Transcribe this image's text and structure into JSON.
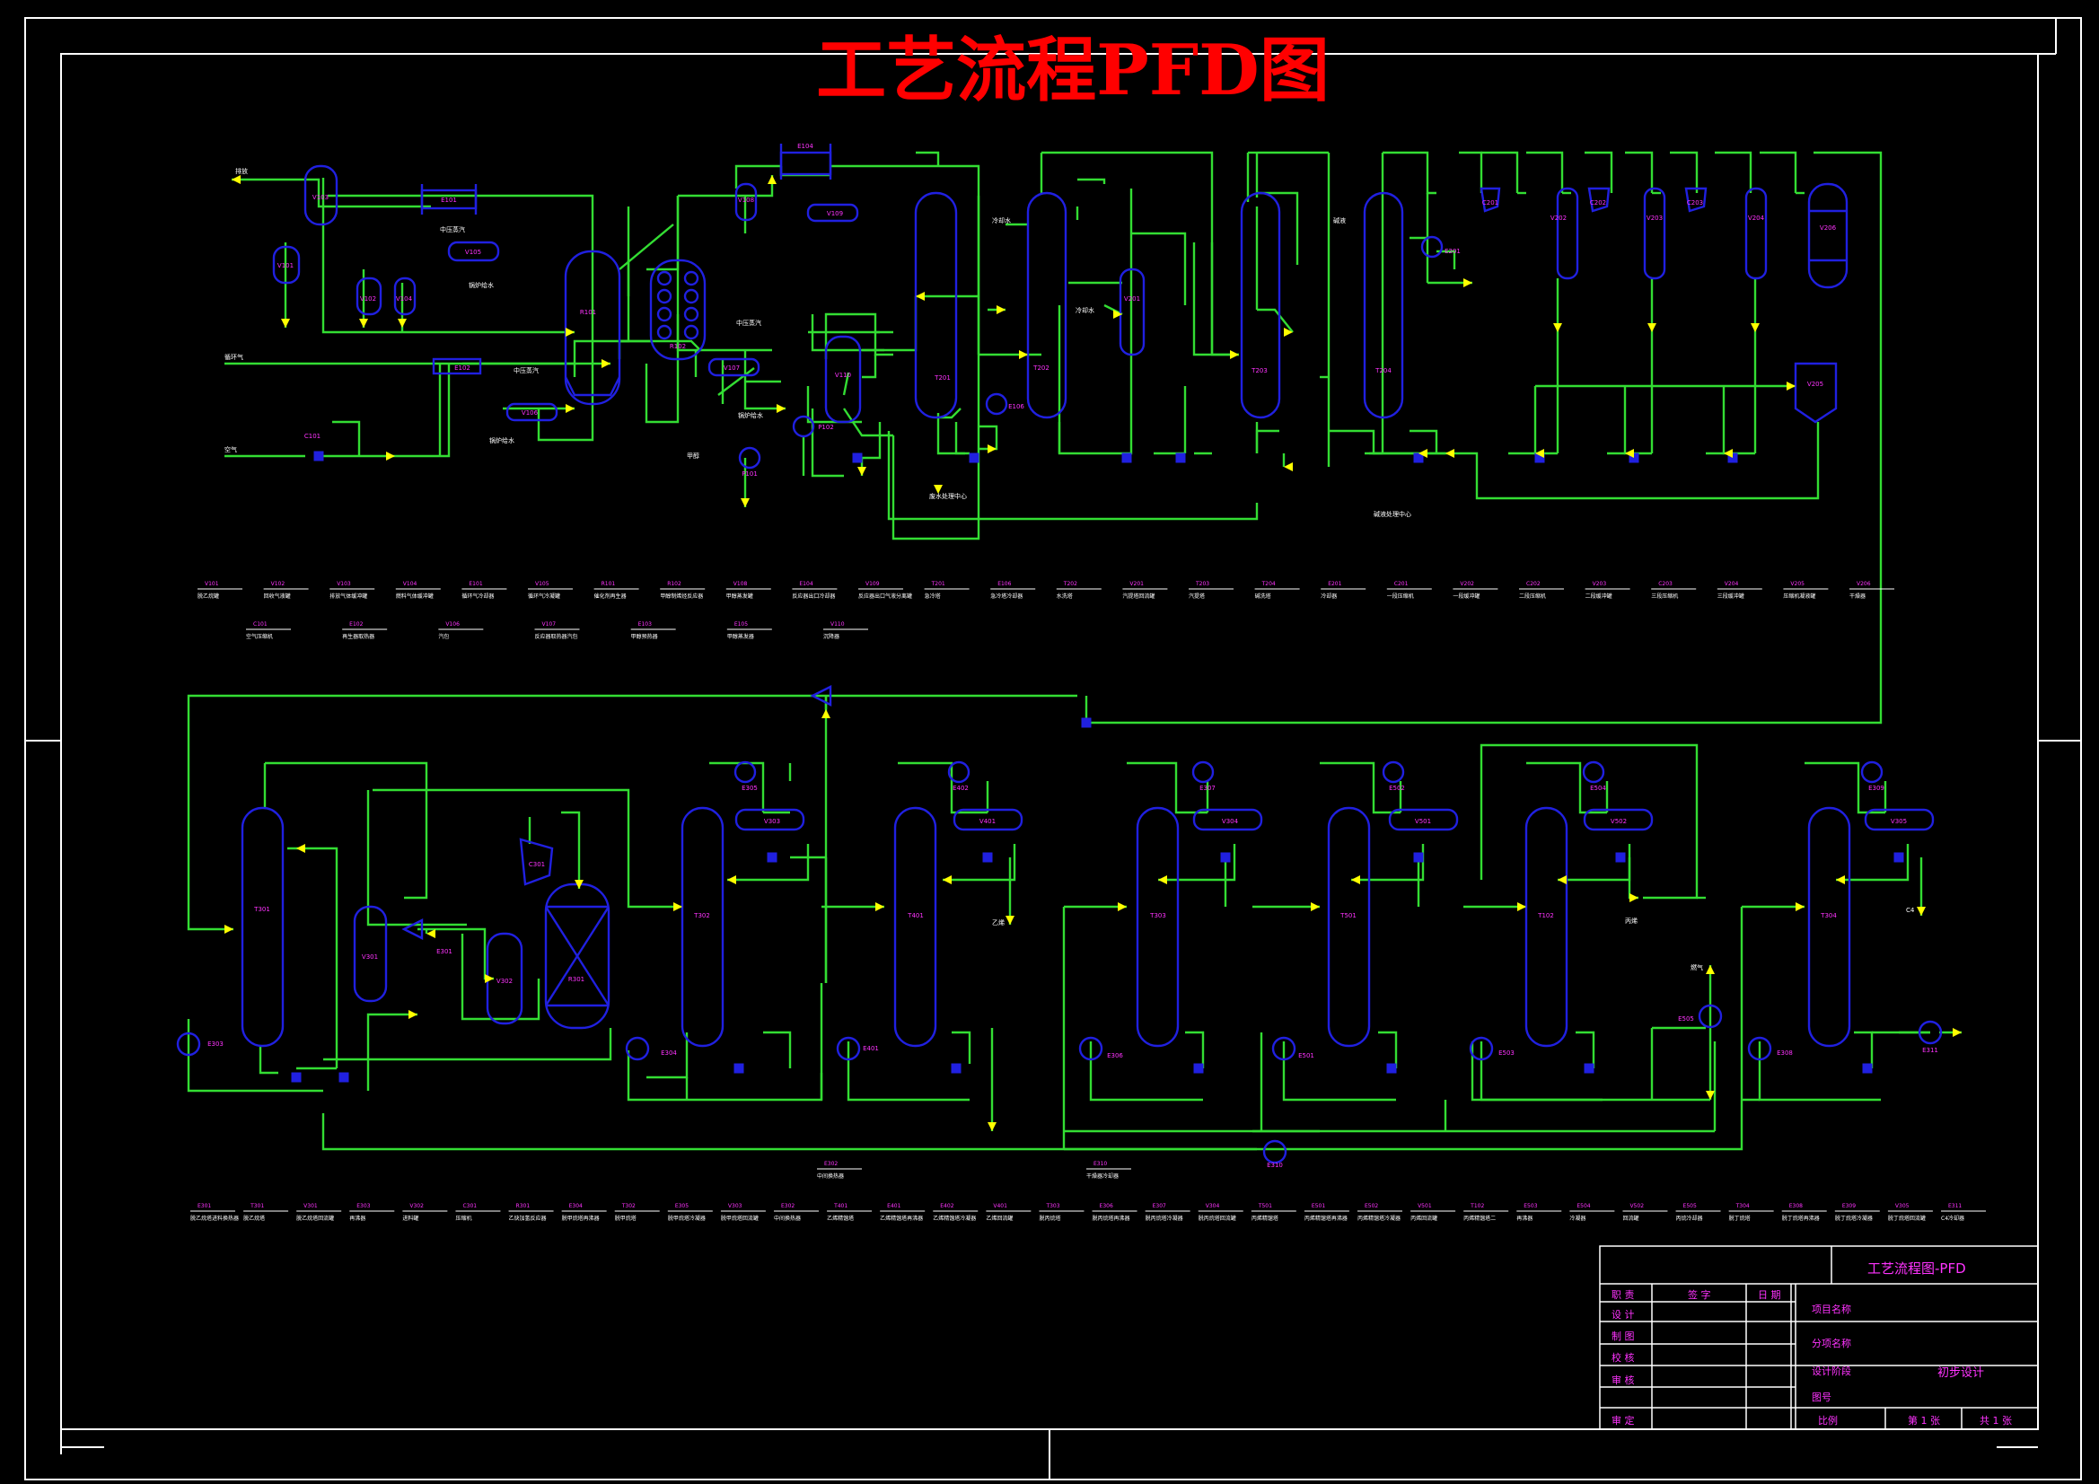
{
  "title": "工艺流程PFD图",
  "colors": {
    "background": "#000000",
    "frame": "#ffffff",
    "pipe": "#33dd33",
    "equipment": "#2020e0",
    "tag": "#ff33ff",
    "arrow": "#ffff00",
    "title": "#ff0000",
    "utility": "#ff3333"
  },
  "streams": {
    "exhaust": "排放",
    "feed_gas": "循环气",
    "air": "空气",
    "steam_lp": "中压蒸汽",
    "boiler_water": "锅炉给水",
    "water": "甲醇",
    "wastewater": "废水处理中心",
    "quench": "冷却水",
    "quench2": "冷却水",
    "effluent": "碱液",
    "waste_alkali": "碱液处理中心",
    "ethylene": "乙烯",
    "propylene": "丙烯",
    "c4": "C4",
    "fuel": "燃气",
    "lp_steam2": "中压蒸汽",
    "boiler_water2": "锅炉给水",
    "steam_b": "中压蒸汽",
    "boiler_b": "锅炉给水"
  },
  "equipment": {
    "V103": "V103",
    "V101": "V101",
    "V102": "V102",
    "V104": "V104",
    "E101": "E101",
    "V105": "V105",
    "E102": "E102",
    "V106": "V106",
    "R101": "R101",
    "C101": "C101",
    "R102": "R102",
    "V108": "V108",
    "E104": "E104",
    "V109": "V109",
    "V107": "V107",
    "V110": "V110",
    "P101": "P101",
    "P102": "P102",
    "T201": "T201",
    "E106": "E106",
    "T202": "T202",
    "V201": "V201",
    "T203": "T203",
    "T204": "T204",
    "E201": "E201",
    "C201": "C201",
    "V202": "V202",
    "C202": "C202",
    "V203": "V203",
    "C203": "C203",
    "V204": "V204",
    "V205": "V205",
    "V206": "V206",
    "T301": "T301",
    "V301": "V301",
    "E301": "E301",
    "E303": "E303",
    "V302": "V302",
    "C301": "C301",
    "R301": "R301",
    "T302": "T302",
    "E305": "E305",
    "V303": "V303",
    "E304": "E304",
    "T401": "T401",
    "E402": "E402",
    "V401": "V401",
    "E401": "E401",
    "T303": "T303",
    "E307": "E307",
    "V304": "V304",
    "E306": "E306",
    "T501": "T501",
    "E502": "E502",
    "V501": "V501",
    "E501": "E501",
    "T102": "T102",
    "E504": "E504",
    "V502": "V502",
    "E503": "E503",
    "E505": "E505",
    "T304": "T304",
    "E309": "E309",
    "V305": "V305",
    "E308": "E308",
    "E311": "E311",
    "E310": "E310"
  },
  "legend_row1": [
    {
      "tag": "V101",
      "desc": "脱乙烷罐"
    },
    {
      "tag": "V102",
      "desc": "回收气液罐"
    },
    {
      "tag": "V103",
      "desc": "排放气体缓冲罐"
    },
    {
      "tag": "V104",
      "desc": "燃料气体缓冲罐"
    },
    {
      "tag": "E101",
      "desc": "循环气冷却器"
    },
    {
      "tag": "V105",
      "desc": "循环气冷凝罐"
    },
    {
      "tag": "R101",
      "desc": "催化剂再生器"
    },
    {
      "tag": "R102",
      "desc": "甲醇制烯烃反应器"
    },
    {
      "tag": "V108",
      "desc": "甲醇蒸发罐"
    },
    {
      "tag": "E104",
      "desc": "反应器出口冷却器"
    },
    {
      "tag": "V109",
      "desc": "反应器出口气液分离罐"
    },
    {
      "tag": "T201",
      "desc": "急冷塔"
    },
    {
      "tag": "E106",
      "desc": "急冷塔冷却器"
    },
    {
      "tag": "T202",
      "desc": "水洗塔"
    },
    {
      "tag": "V201",
      "desc": "汽提塔回流罐"
    },
    {
      "tag": "T203",
      "desc": "汽提塔"
    },
    {
      "tag": "T204",
      "desc": "碱洗塔"
    },
    {
      "tag": "E201",
      "desc": "冷却器"
    },
    {
      "tag": "C201",
      "desc": "一段压缩机"
    },
    {
      "tag": "V202",
      "desc": "一段缓冲罐"
    },
    {
      "tag": "C202",
      "desc": "二段压缩机"
    },
    {
      "tag": "V203",
      "desc": "二段缓冲罐"
    },
    {
      "tag": "C203",
      "desc": "三段压缩机"
    },
    {
      "tag": "V204",
      "desc": "三段缓冲罐"
    },
    {
      "tag": "V205",
      "desc": "压缩机凝液罐"
    },
    {
      "tag": "V206",
      "desc": "干燥器"
    }
  ],
  "legend_row2": [
    {
      "tag": "C101",
      "desc": "空气压缩机"
    },
    {
      "tag": "E102",
      "desc": "再生器取热器"
    },
    {
      "tag": "V106",
      "desc": "汽包"
    },
    {
      "tag": "V107",
      "desc": "反应器取热器汽包"
    },
    {
      "tag": "E103",
      "desc": "甲醇预热器"
    },
    {
      "tag": "E105",
      "desc": "甲醇蒸发器"
    },
    {
      "tag": "V110",
      "desc": "沉降器"
    }
  ],
  "legend_bottom": [
    {
      "tag": "E301",
      "desc": "脱乙烷塔进料换热器"
    },
    {
      "tag": "T301",
      "desc": "脱乙烷塔"
    },
    {
      "tag": "V301",
      "desc": "脱乙烷塔回流罐"
    },
    {
      "tag": "E303",
      "desc": "再沸器"
    },
    {
      "tag": "V302",
      "desc": "进料罐"
    },
    {
      "tag": "C301",
      "desc": "压缩机"
    },
    {
      "tag": "R301",
      "desc": "乙炔加氢反应器"
    },
    {
      "tag": "E304",
      "desc": "脱甲烷塔再沸器"
    },
    {
      "tag": "T302",
      "desc": "脱甲烷塔"
    },
    {
      "tag": "E305",
      "desc": "脱甲烷塔冷凝器"
    },
    {
      "tag": "V303",
      "desc": "脱甲烷塔回流罐"
    },
    {
      "tag": "E302",
      "desc": "中间换热器"
    },
    {
      "tag": "T401",
      "desc": "乙烯精馏塔"
    },
    {
      "tag": "E401",
      "desc": "乙烯精馏塔再沸器"
    },
    {
      "tag": "E402",
      "desc": "乙烯精馏塔冷凝器"
    },
    {
      "tag": "V401",
      "desc": "乙烯回流罐"
    },
    {
      "tag": "T303",
      "desc": "脱丙烷塔"
    },
    {
      "tag": "E306",
      "desc": "脱丙烷塔再沸器"
    },
    {
      "tag": "E307",
      "desc": "脱丙烷塔冷凝器"
    },
    {
      "tag": "V304",
      "desc": "脱丙烷塔回流罐"
    },
    {
      "tag": "T501",
      "desc": "丙烯精馏塔"
    },
    {
      "tag": "E501",
      "desc": "丙烯精馏塔再沸器"
    },
    {
      "tag": "E502",
      "desc": "丙烯精馏塔冷凝器"
    },
    {
      "tag": "V501",
      "desc": "丙烯回流罐"
    },
    {
      "tag": "T102",
      "desc": "丙烯精馏塔二"
    },
    {
      "tag": "E503",
      "desc": "再沸器"
    },
    {
      "tag": "E504",
      "desc": "冷凝器"
    },
    {
      "tag": "V502",
      "desc": "回流罐"
    },
    {
      "tag": "E505",
      "desc": "丙烷冷却器"
    },
    {
      "tag": "T304",
      "desc": "脱丁烷塔"
    },
    {
      "tag": "E308",
      "desc": "脱丁烷塔再沸器"
    },
    {
      "tag": "E309",
      "desc": "脱丁烷塔冷凝器"
    },
    {
      "tag": "V305",
      "desc": "脱丁烷塔回流罐"
    },
    {
      "tag": "E311",
      "desc": "C4冷却器"
    }
  ],
  "legend_mid": [
    {
      "tag": "E302",
      "desc": "中间换热器"
    },
    {
      "tag": "E310",
      "desc": "干燥器冷却器"
    }
  ],
  "title_block": {
    "drawing_title": "工艺流程图-PFD",
    "role_header": "职 责",
    "sign_header": "签 字",
    "date_header": "日 期",
    "row_design": "设 计",
    "row_draw": "制 图",
    "row_check": "校 核",
    "row_review": "审 核",
    "row_approve": "审 定",
    "project_name": "项目名称",
    "sub_project": "分项名称",
    "design_stage": "设计阶段",
    "stage_value": "初步设计",
    "drawing_no": "图号",
    "scale": "比例",
    "sheet": "第 1 张",
    "total": "共 1 张"
  }
}
